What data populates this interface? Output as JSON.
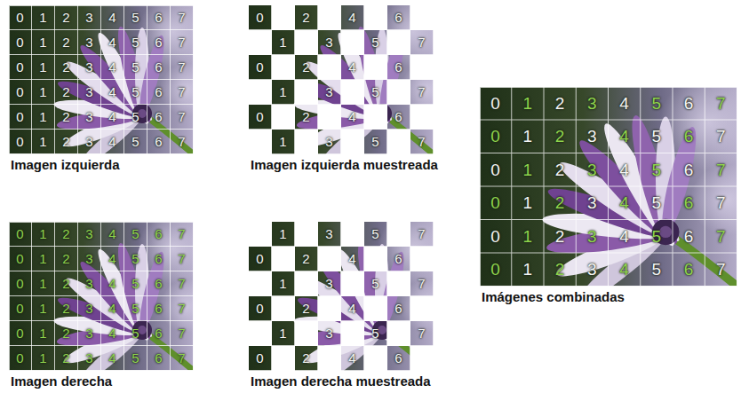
{
  "diagram": {
    "nodes": [
      {
        "text": [
          "Imagen izquierda"
        ]
      },
      {
        "text": [
          "Imagen izquierda muestreada"
        ]
      },
      {
        "text": [
          "Imágenes combinadas"
        ]
      },
      {
        "text": [
          "Imagen derecha"
        ]
      },
      {
        "text": [
          "Imagen derecha muestreada"
        ]
      }
    ],
    "labels": [
      "0",
      "1",
      "2",
      "3",
      "4",
      "5",
      "6",
      "7",
      "0",
      "1",
      "2",
      "3",
      "4",
      "5",
      "6",
      "7",
      "0",
      "1",
      "2",
      "3",
      "4",
      "5",
      "6",
      "7",
      "0",
      "1",
      "2",
      "3",
      "4",
      "5",
      "6",
      "7",
      "0",
      "1",
      "2",
      "3",
      "4",
      "5",
      "6",
      "7",
      "0",
      "1",
      "2",
      "3",
      "4",
      "5",
      "6",
      "7",
      "0",
      "2",
      "4",
      "6",
      "1",
      "3",
      "5",
      "7",
      "0",
      "2",
      "4",
      "6",
      "1",
      "3",
      "5",
      "7",
      "0",
      "2",
      "4",
      "6",
      "1",
      "3",
      "5",
      "7",
      "0",
      "1",
      "2",
      "3",
      "4",
      "5",
      "6",
      "7",
      "0",
      "1",
      "2",
      "3",
      "4",
      "5",
      "6",
      "7",
      "0",
      "1",
      "2",
      "3",
      "4",
      "5",
      "6",
      "7",
      "0",
      "1",
      "2",
      "3",
      "4",
      "5",
      "6",
      "7",
      "0",
      "1",
      "2",
      "3",
      "4",
      "5",
      "6",
      "7",
      "0",
      "1",
      "2",
      "3",
      "4",
      "5",
      "6",
      "7",
      "0",
      "1",
      "2",
      "3",
      "4",
      "5",
      "6",
      "7",
      "0",
      "1",
      "2",
      "3",
      "4",
      "5",
      "6",
      "7",
      "0",
      "1",
      "2",
      "3",
      "4",
      "5",
      "6",
      "7",
      "0",
      "1",
      "2",
      "3",
      "4",
      "5",
      "6",
      "7",
      "0",
      "1",
      "2",
      "3",
      "4",
      "5",
      "6",
      "7",
      "0",
      "1",
      "2",
      "3",
      "4",
      "5",
      "6",
      "7",
      "1",
      "3",
      "5",
      "7",
      "0",
      "2",
      "4",
      "6",
      "1",
      "3",
      "5",
      "7",
      "0",
      "2",
      "4",
      "6",
      "1",
      "3",
      "5",
      "7",
      "0",
      "2",
      "4",
      "6"
    ]
  }
}
